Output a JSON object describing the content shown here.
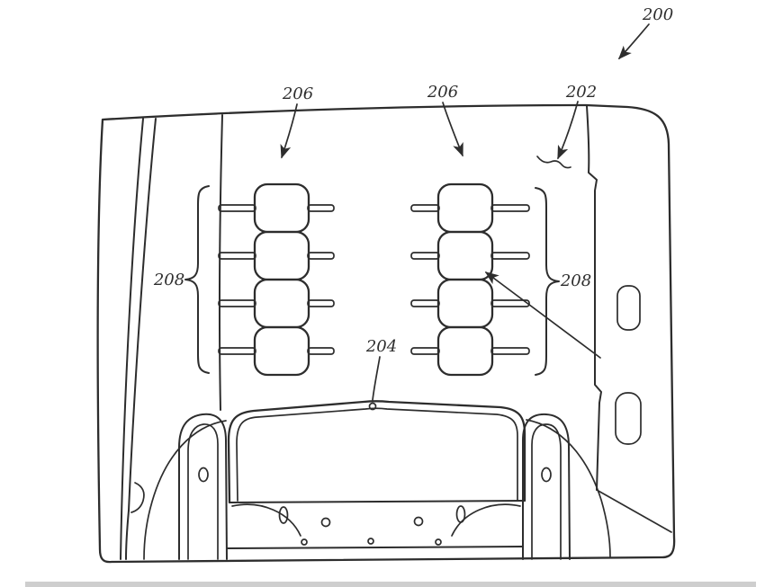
{
  "figure": {
    "labels": {
      "ref_200": "200",
      "ref_202": "202",
      "ref_204": "204",
      "ref_206_left": "206",
      "ref_206_right": "206",
      "ref_208_left": "208",
      "ref_208_right": "208"
    },
    "colors": {
      "ink": "#2d2d2d",
      "paper": "#ffffff",
      "scan_bar": "#c9c9c9"
    }
  }
}
